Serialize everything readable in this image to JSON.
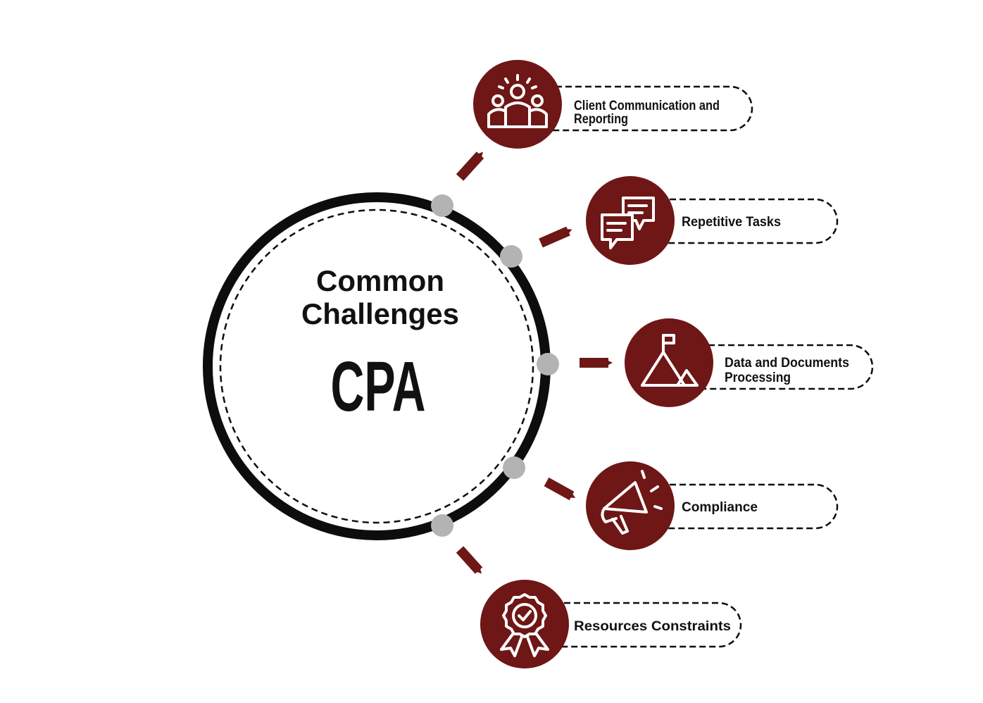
{
  "center": {
    "line1": "Common",
    "line2": "Challenges",
    "line3": "CPA"
  },
  "colors": {
    "accent": "#6e1716",
    "ring": "#0d0d0d",
    "node": "#b3b3b3",
    "text": "#111111"
  },
  "items": [
    {
      "icon": "people-icon",
      "line1": "Client Communication and",
      "line2": "Reporting"
    },
    {
      "icon": "chat-bubbles-icon",
      "line1": "Repetitive Tasks",
      "line2": ""
    },
    {
      "icon": "mountain-flag-icon",
      "line1": "Data and Documents",
      "line2": "Processing"
    },
    {
      "icon": "megaphone-icon",
      "line1": "Compliance",
      "line2": ""
    },
    {
      "icon": "award-badge-icon",
      "line1": "Resources Constraints",
      "line2": ""
    }
  ]
}
